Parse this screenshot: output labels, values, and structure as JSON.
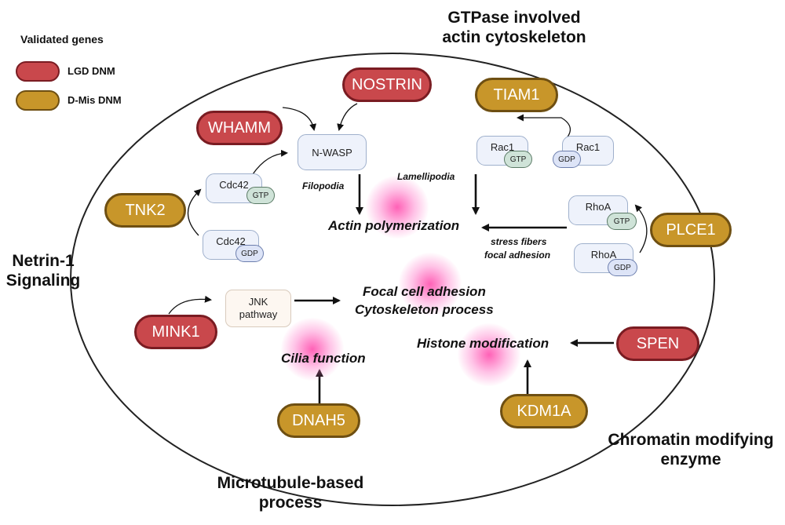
{
  "legend": {
    "title": "Validated genes",
    "items": [
      {
        "label": "LGD DNM",
        "type": "lgd"
      },
      {
        "label": "D-Mis DNM",
        "type": "dmis"
      }
    ]
  },
  "colors": {
    "lgd_fill": "#c9484c",
    "dmis_fill": "#c8962a",
    "glow": "#ff4aaa"
  },
  "sections": {
    "gtpase": "GTPase involved\nactin cytoskeleton",
    "netrin": "Netrin-1\nSignaling",
    "microtubule": "Microtubule-based\nprocess",
    "chromatin": "Chromatin modifying\nenzyme"
  },
  "genes": {
    "nostrin": "NOSTRIN",
    "whamm": "WHAMM",
    "tiam1": "TIAM1",
    "tnk2": "TNK2",
    "plce1": "PLCE1",
    "mink1": "MINK1",
    "spen": "SPEN",
    "dnah5": "DNAH5",
    "kdm1a": "KDM1A"
  },
  "proteins": {
    "nwasp": "N-WASP",
    "cdc42_gtp": "Cdc42",
    "cdc42_gdp": "Cdc42",
    "rac1_gtp": "Rac1",
    "rac1_gdp": "Rac1",
    "rhoa_gtp": "RhoA",
    "rhoa_gdp": "RhoA",
    "gtp": "GTP",
    "gdp": "GDP",
    "jnk": "JNK\npathway"
  },
  "processes": {
    "actin": "Actin polymerization",
    "focal": "Focal cell adhesion",
    "cytoskeleton": "Cytoskeleton process",
    "histone": "Histone modification",
    "cilia": "Cilia function"
  },
  "sublabels": {
    "filopodia": "Filopodia",
    "lamellipodia": "Lamellipodia",
    "stress": "stress fibers",
    "focal_adhesion": "focal adhesion"
  }
}
